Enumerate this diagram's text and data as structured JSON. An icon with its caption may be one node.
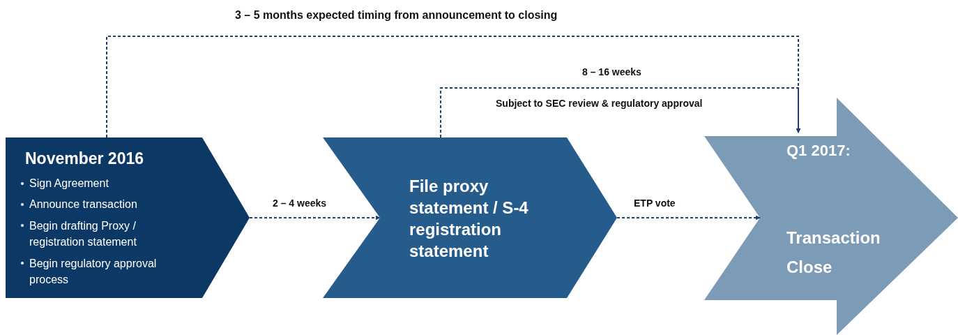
{
  "diagram": {
    "nodes": [
      {
        "text": [
          "November 2016",
          "Sign Agreement",
          "Announce transaction",
          "Begin drafting Proxy / registration statement",
          "Begin regulatory approval process"
        ]
      },
      {
        "text": [
          "File proxy statement / S-4 registration statement"
        ]
      },
      {
        "text": [
          "Q1 2017:",
          "Transaction Close"
        ]
      }
    ],
    "edges": [
      {
        "from": 0,
        "to": 1,
        "arrow": "to",
        "label": "2 – 4 weeks",
        "style": "dashed"
      },
      {
        "from": 1,
        "to": 2,
        "arrow": "to",
        "label": "ETP vote",
        "style": "dashed"
      },
      {
        "from": 0,
        "to": 2,
        "arrow": "to",
        "label": "3 – 5 months expected timing from announcement to closing",
        "style": "dashed"
      },
      {
        "from": 1,
        "to": 2,
        "arrow": "to",
        "label": "8 – 16 weeks",
        "style": "dashed"
      }
    ],
    "labels": [
      "Subject to SEC review & regulatory approval"
    ]
  }
}
